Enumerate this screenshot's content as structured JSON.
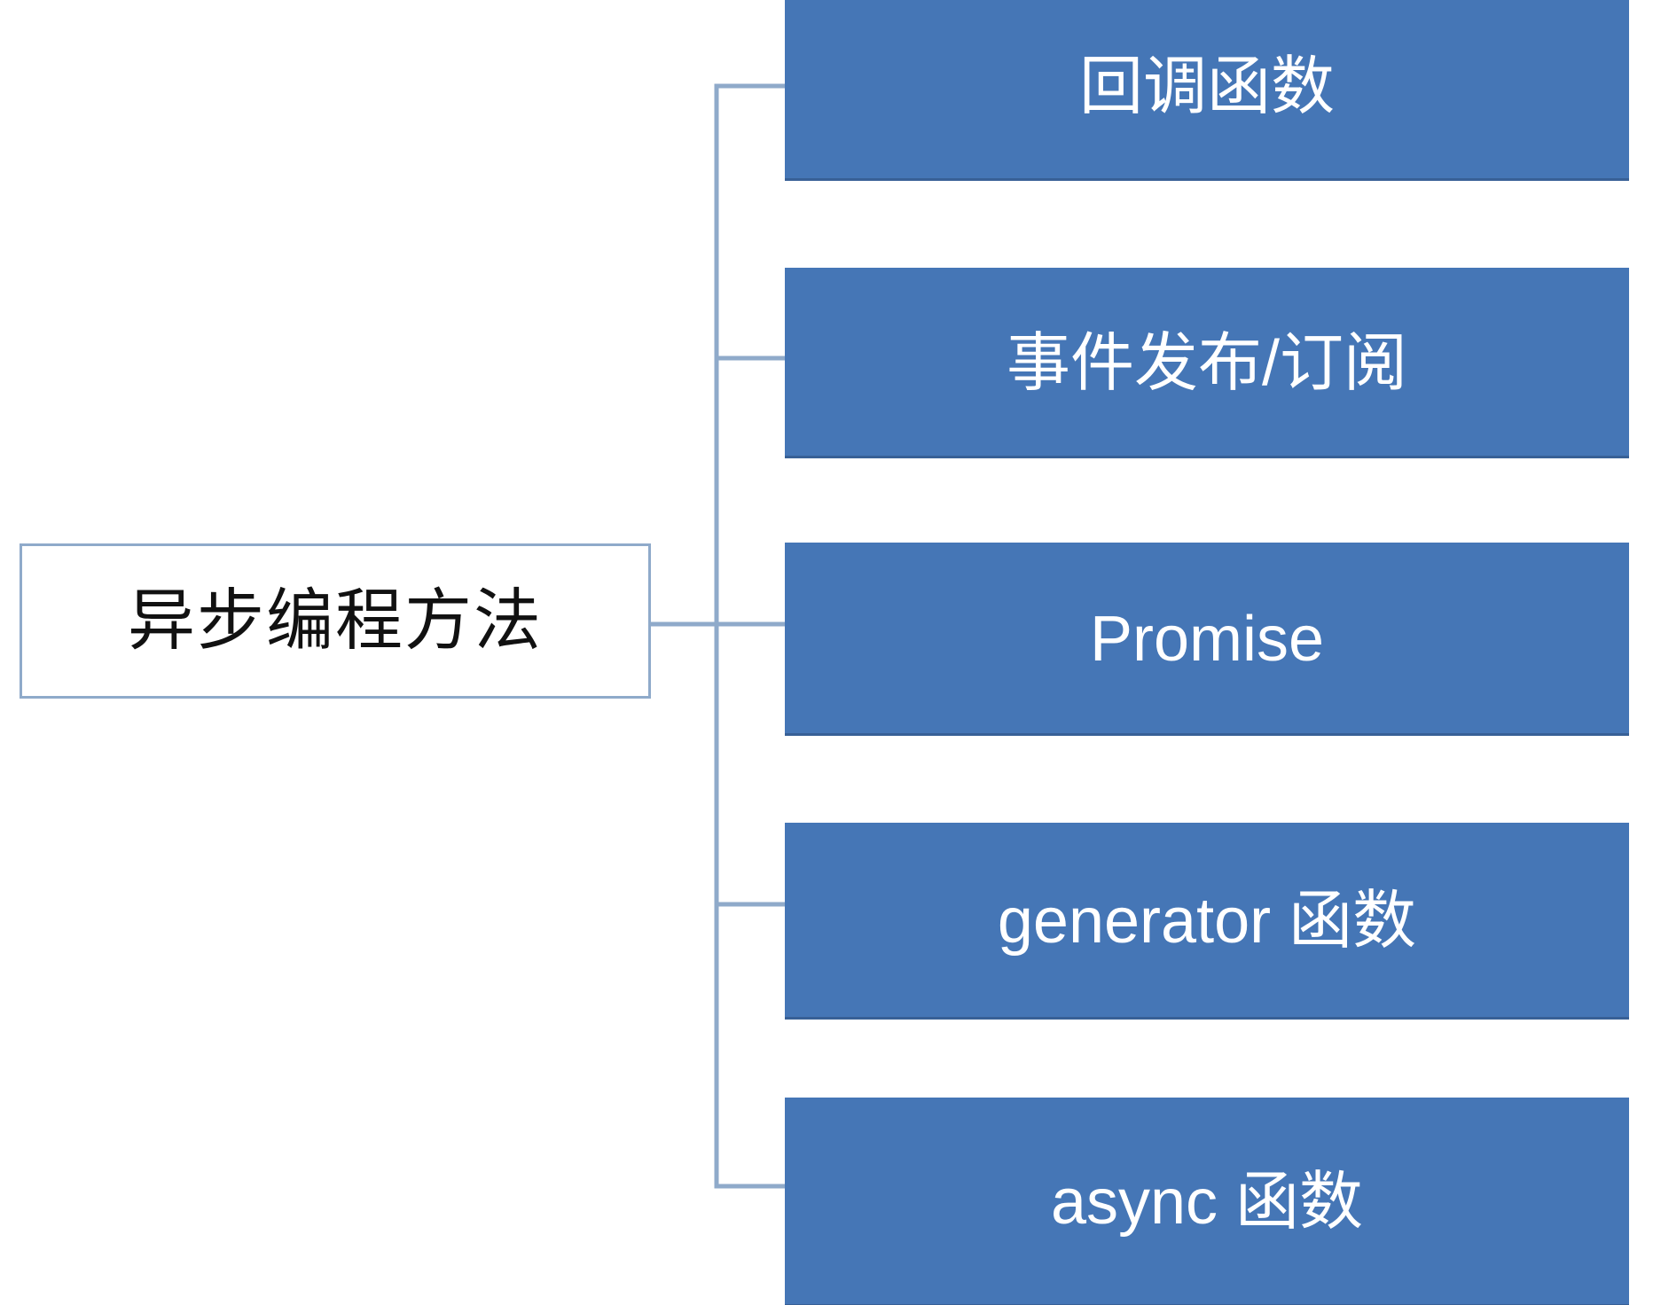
{
  "diagram": {
    "title": "异步编程方法",
    "type": "mind-map",
    "colors": {
      "branch_fill": "#4576b6",
      "branch_text": "#ffffff",
      "root_border": "#8faaca",
      "root_fill": "#ffffff",
      "root_text": "#111111",
      "connector": "#8faaca",
      "background": "#ffffff"
    },
    "root": {
      "label": "异步编程方法"
    },
    "branches": [
      {
        "label": "回调函数"
      },
      {
        "label": "事件发布/订阅"
      },
      {
        "label": "Promise"
      },
      {
        "label": "generator 函数"
      },
      {
        "label": "async 函数"
      }
    ]
  }
}
